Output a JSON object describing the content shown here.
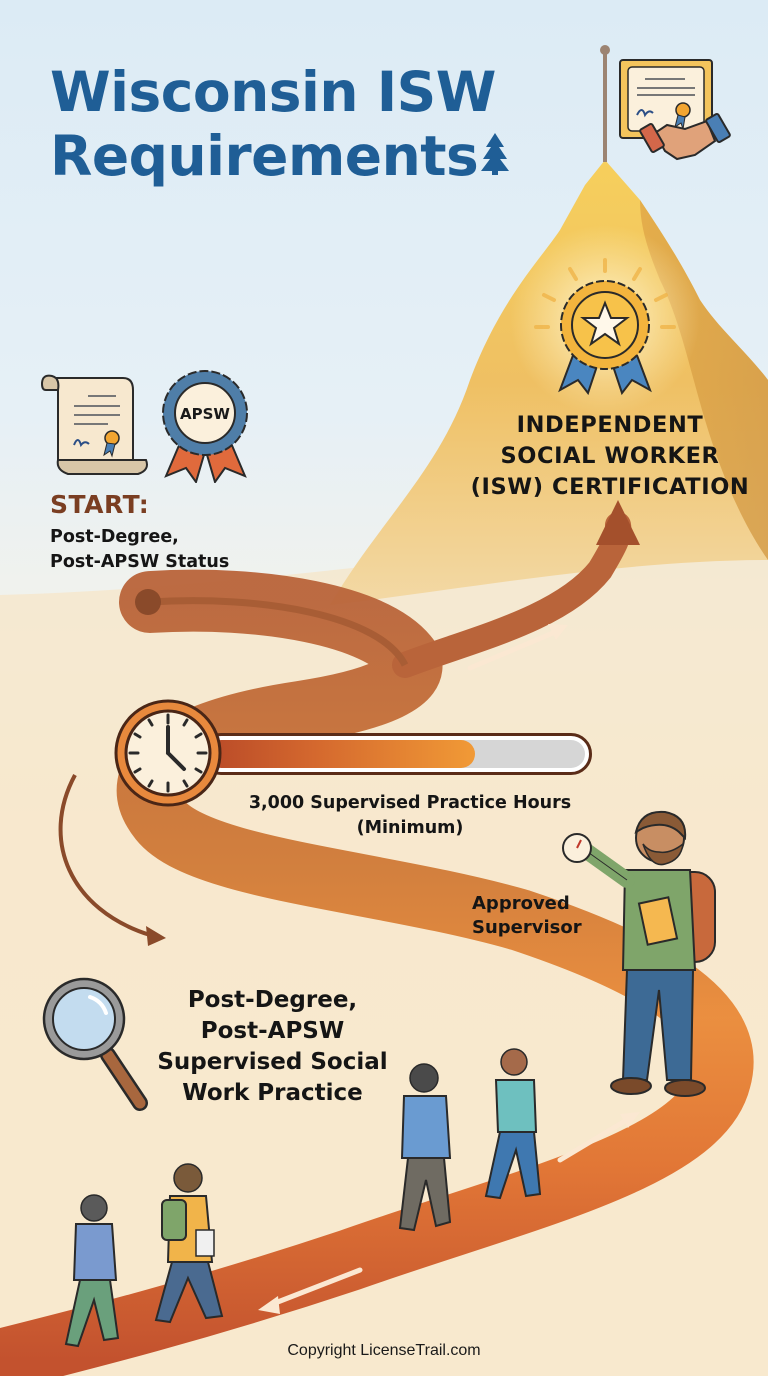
{
  "title": {
    "line1": "Wisconsin ISW",
    "line2": "Requirements",
    "title_color": "#1f5e96",
    "trailing_icon": "pine-tree-icon"
  },
  "summit": {
    "icons": [
      "flagpole-icon",
      "certificate-icon",
      "handshake-icon"
    ],
    "badge_icon": "star-award-ribbon-icon",
    "label_lines": [
      "INDEPENDENT",
      "SOCIAL WORKER",
      "(ISW) CERTIFICATION"
    ]
  },
  "start": {
    "icons": [
      "diploma-scroll-icon",
      "apsw-badge-icon"
    ],
    "badge_text": "APSW",
    "label": "START:",
    "description_lines": [
      "Post-Degree,",
      "Post-APSW Status"
    ],
    "label_color": "#7a3e22"
  },
  "hours": {
    "icon": "clock-icon",
    "progress_percent": 71,
    "label_line1": "3,000 Supervised Practice Hours",
    "label_line2": "(Minimum)"
  },
  "supervisor": {
    "icon": "supervisor-with-stopwatch-icon",
    "label_lines": [
      "Approved",
      "Supervisor"
    ]
  },
  "practice": {
    "icon": "magnifying-glass-icon",
    "label_lines": [
      "Post-Degree,",
      "Post-APSW",
      "Supervised Social",
      "Work Practice"
    ]
  },
  "walkers": {
    "icons": [
      "walker-1-icon",
      "walker-2-icon",
      "walker-3-icon",
      "walker-4-icon"
    ]
  },
  "colors": {
    "path_upper": "#c9743a",
    "path_middle": "#e8863a",
    "path_lower": "#c65227",
    "mountain": "#f1c15a",
    "sky": "#dcebf5",
    "ground": "#faf1e2"
  },
  "footer": {
    "copyright": "Copyright LicenseTrail.com"
  }
}
